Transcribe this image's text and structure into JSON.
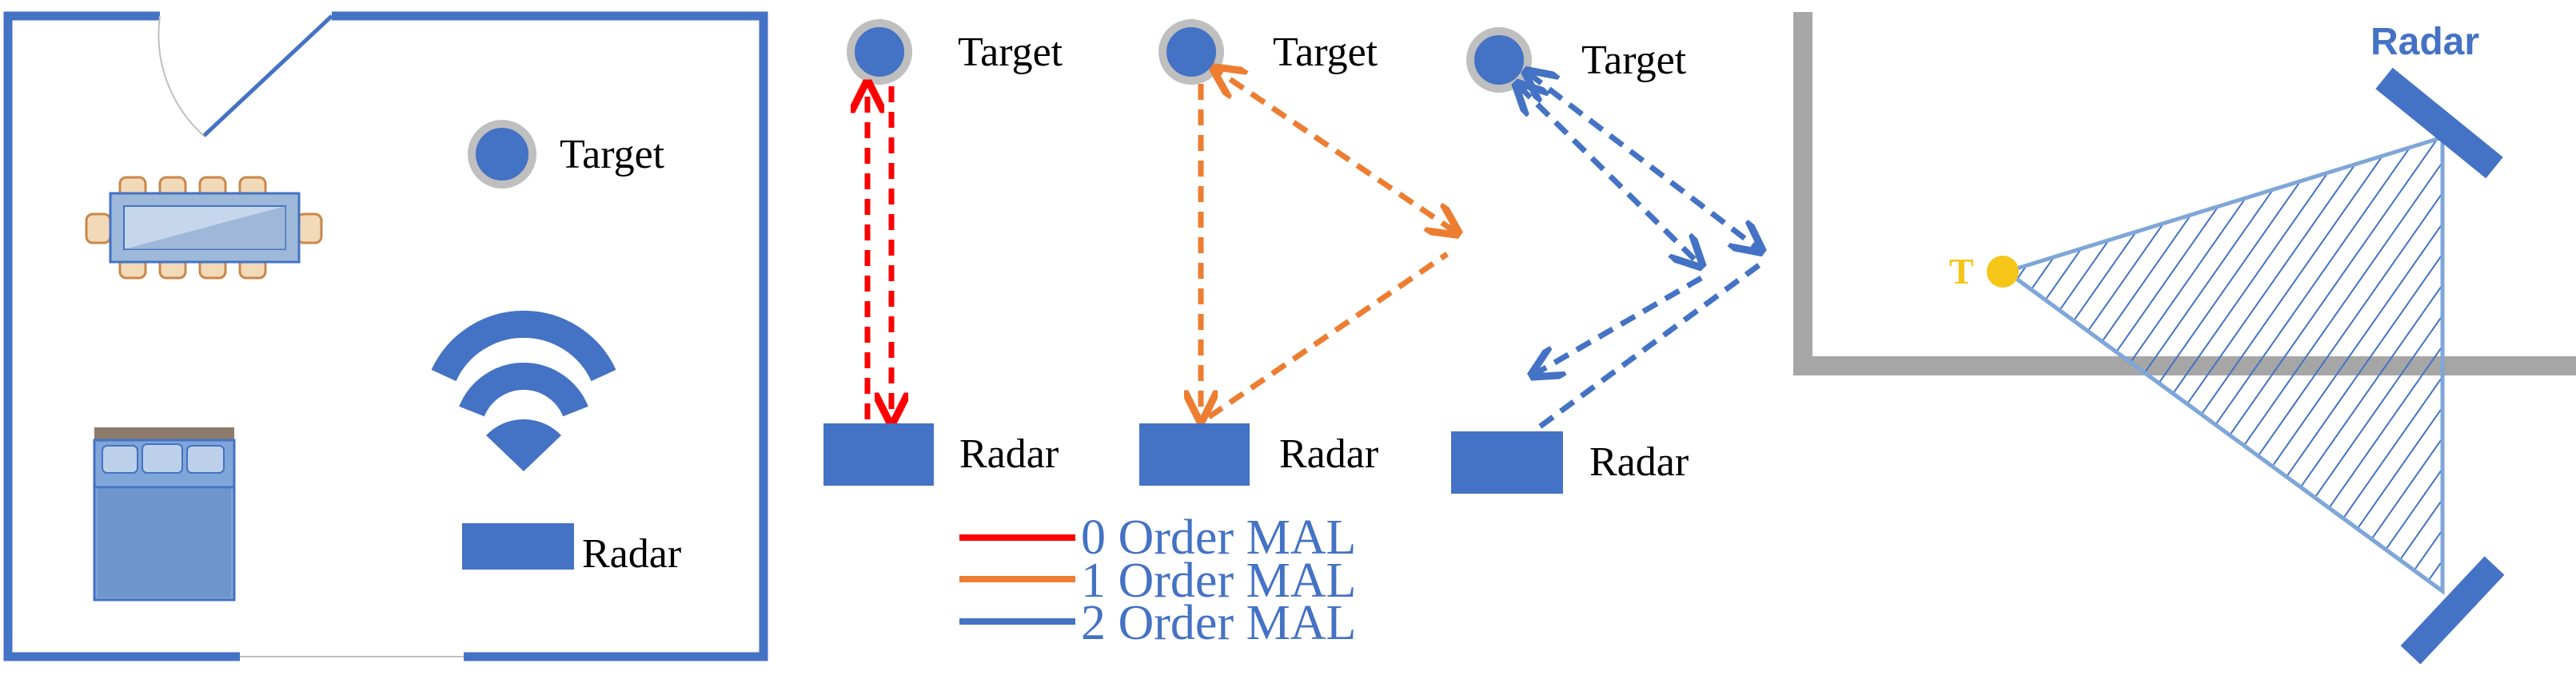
{
  "colors": {
    "blue": "#4472C4",
    "light_blue": "#7FA6D8",
    "red": "#FF0000",
    "orange": "#ED7D31",
    "gray": "#A6A6A6",
    "yellow": "#F5C518",
    "furniture_brown": "#C9874A"
  },
  "panel_room": {
    "target_label": "Target",
    "radar_label": "Radar",
    "icons": [
      "floorplan-room",
      "door-icon",
      "dining-table-icon",
      "bed-icon",
      "wifi-icon"
    ]
  },
  "panel_paths": [
    {
      "target_label": "Target",
      "radar_label": "Radar",
      "order": 0
    },
    {
      "target_label": "Target",
      "radar_label": "Radar",
      "order": 1
    },
    {
      "target_label": "Target",
      "radar_label": "Radar",
      "order": 2
    }
  ],
  "legend": [
    {
      "label": "0 Order MAL",
      "color": "#FF0000"
    },
    {
      "label": "1 Order MAL",
      "color": "#ED7D31"
    },
    {
      "label": "2 Order MAL",
      "color": "#4472C4"
    }
  ],
  "panel_geometry": {
    "radar_label": "Radar",
    "target_label": "T"
  }
}
